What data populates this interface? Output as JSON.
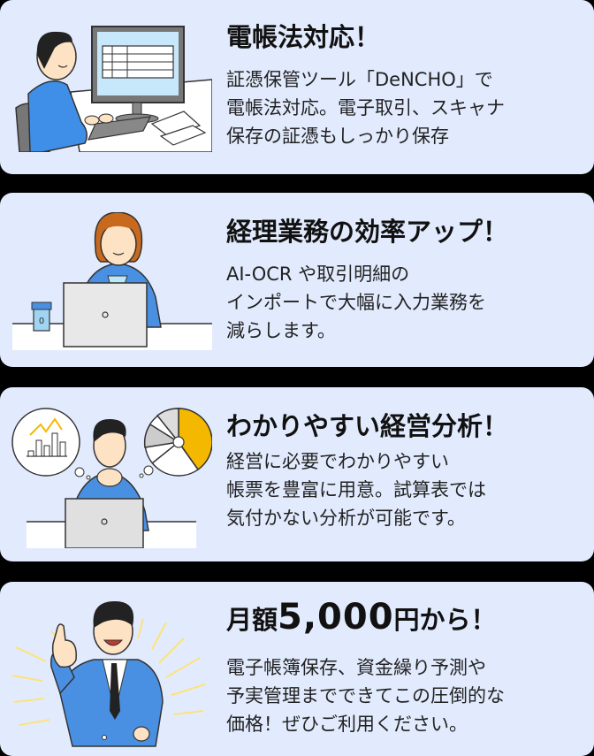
{
  "cards": [
    {
      "title": "電帳法対応！",
      "body": [
        "証憑保管ツール「DeNCHO」で",
        "電帳法対応。電子取引、スキャナ",
        "保存の証憑もしっかり保存"
      ],
      "illustration": "man-at-desktop-computer"
    },
    {
      "title": "経理業務の効率アップ！",
      "body": [
        "AI-OCR や取引明細の",
        "インポートで大幅に入力業務を",
        "減らします。"
      ],
      "illustration": "woman-with-laptop-and-coffee"
    },
    {
      "title": "わかりやすい経営分析！",
      "body": [
        "経営に必要でわかりやすい",
        "帳票を豊富に用意。試算表では",
        "気付かない分析が可能です。"
      ],
      "illustration": "man-thinking-about-charts"
    },
    {
      "title_prefix": "月額",
      "title_number": "5,000",
      "title_suffix": "円から！",
      "body": [
        "電子帳簿保存、資金繰り予測や",
        "予実管理までできてこの圧倒的な",
        "価格！ぜひご利用ください。"
      ],
      "illustration": "man-thumbs-up"
    }
  ],
  "colors": {
    "card_bg": "#e2ebfd",
    "page_bg": "#000000",
    "suit_blue": "#4a90e2",
    "accent_yellow": "#f5b800"
  }
}
